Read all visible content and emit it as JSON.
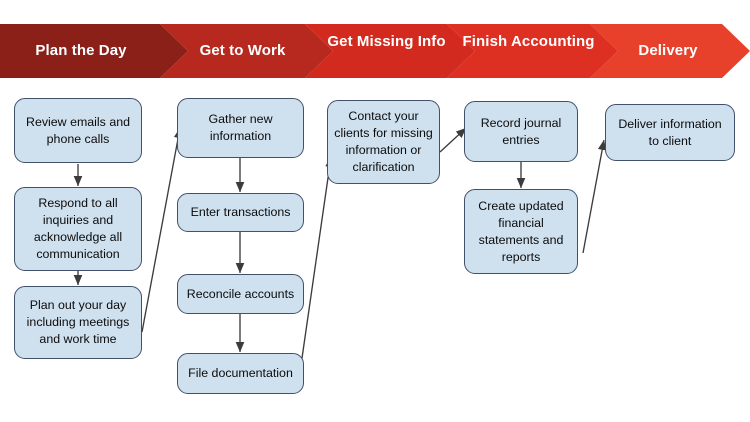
{
  "diagram": {
    "title": "Accounting Workday Process Flow",
    "colors": {
      "box_fill": "#cfe0ef",
      "box_stroke": "#41506b",
      "connector": "#3c3c3c",
      "text": "#0c0c0c",
      "banner_text": "#ffffff"
    }
  },
  "banner": {
    "name": "phase-chevron-banner",
    "segments": [
      {
        "label": "Plan the Day",
        "color": "#8b2018"
      },
      {
        "label": "Get to Work",
        "color": "#b7291e"
      },
      {
        "label": "Get Missing\nInfo",
        "color": "#d32a1f"
      },
      {
        "label": "Finish\nAccounting",
        "color": "#dd3023"
      },
      {
        "label": "Delivery",
        "color": "#e8412b"
      }
    ]
  },
  "columns": [
    {
      "phase": "Plan the Day",
      "nodes": [
        {
          "id": "review-emails",
          "text": "Review emails and\nphone calls"
        },
        {
          "id": "respond-inquiries",
          "text": "Respond to all\ninquiries and\nacknowledge all\ncommunication"
        },
        {
          "id": "plan-day",
          "text": "Plan out your day\nincluding meetings\nand work time"
        }
      ]
    },
    {
      "phase": "Get to Work",
      "nodes": [
        {
          "id": "gather-info",
          "text": "Gather new\ninformation"
        },
        {
          "id": "enter-transactions",
          "text": "Enter transactions"
        },
        {
          "id": "reconcile-accounts",
          "text": "Reconcile accounts"
        },
        {
          "id": "file-documentation",
          "text": "File documentation"
        }
      ]
    },
    {
      "phase": "Get Missing Info",
      "nodes": [
        {
          "id": "contact-clients",
          "text": "Contact your\nclients for missing\ninformation or\nclarification"
        }
      ]
    },
    {
      "phase": "Finish Accounting",
      "nodes": [
        {
          "id": "record-journal",
          "text": "Record journal\nentries"
        },
        {
          "id": "create-statements",
          "text": "Create updated\nfinancial\nstatements and\nreports"
        }
      ]
    },
    {
      "phase": "Delivery",
      "nodes": [
        {
          "id": "deliver-info",
          "text": "Deliver information\nto client"
        }
      ]
    }
  ]
}
